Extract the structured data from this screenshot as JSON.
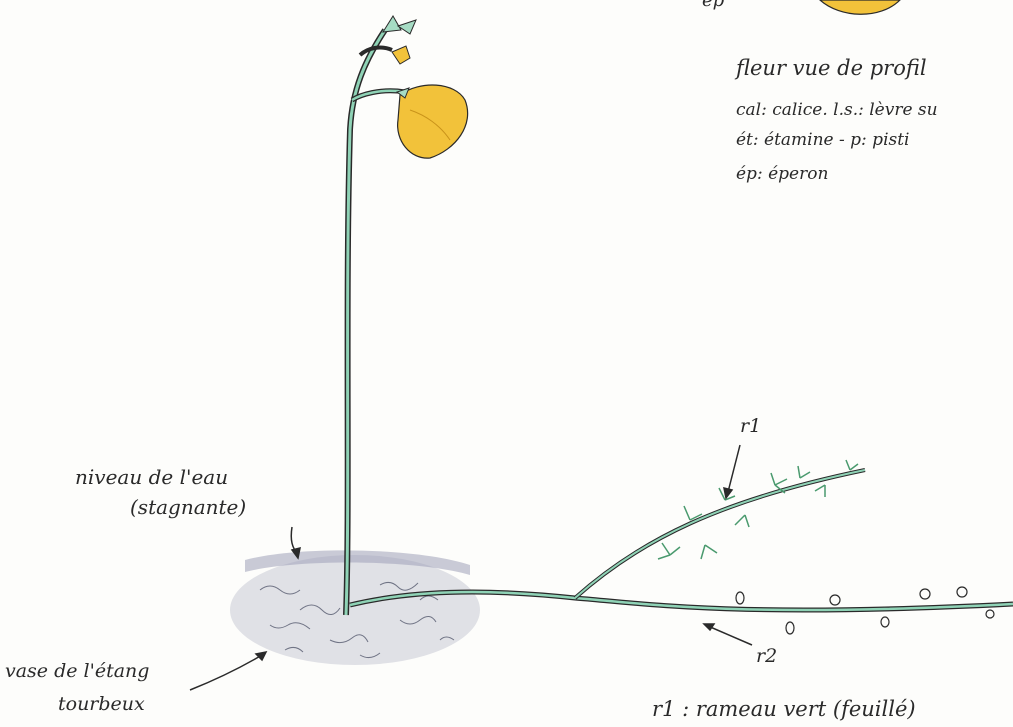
{
  "legend": {
    "line1": "fleur vue de profil",
    "line2": "cal: calice. l.s.: lèvre su",
    "line3": "ét: étamine - p: pisti",
    "line4": "ép: éperon",
    "top_fragment": "ép"
  },
  "labels": {
    "water_level_1": "niveau de l'eau",
    "water_level_2": "(stagnante)",
    "mud_1": "vase de l'étang",
    "mud_2": "tourbeux",
    "r1": "r1",
    "r2": "r2",
    "bottom_note": "r1 : rameau vert (feuillé)"
  },
  "colors": {
    "stem": "#8fd3b6",
    "flower": "#f2c23a",
    "mud": "#b9bccb",
    "ink": "#2a2a2a"
  }
}
